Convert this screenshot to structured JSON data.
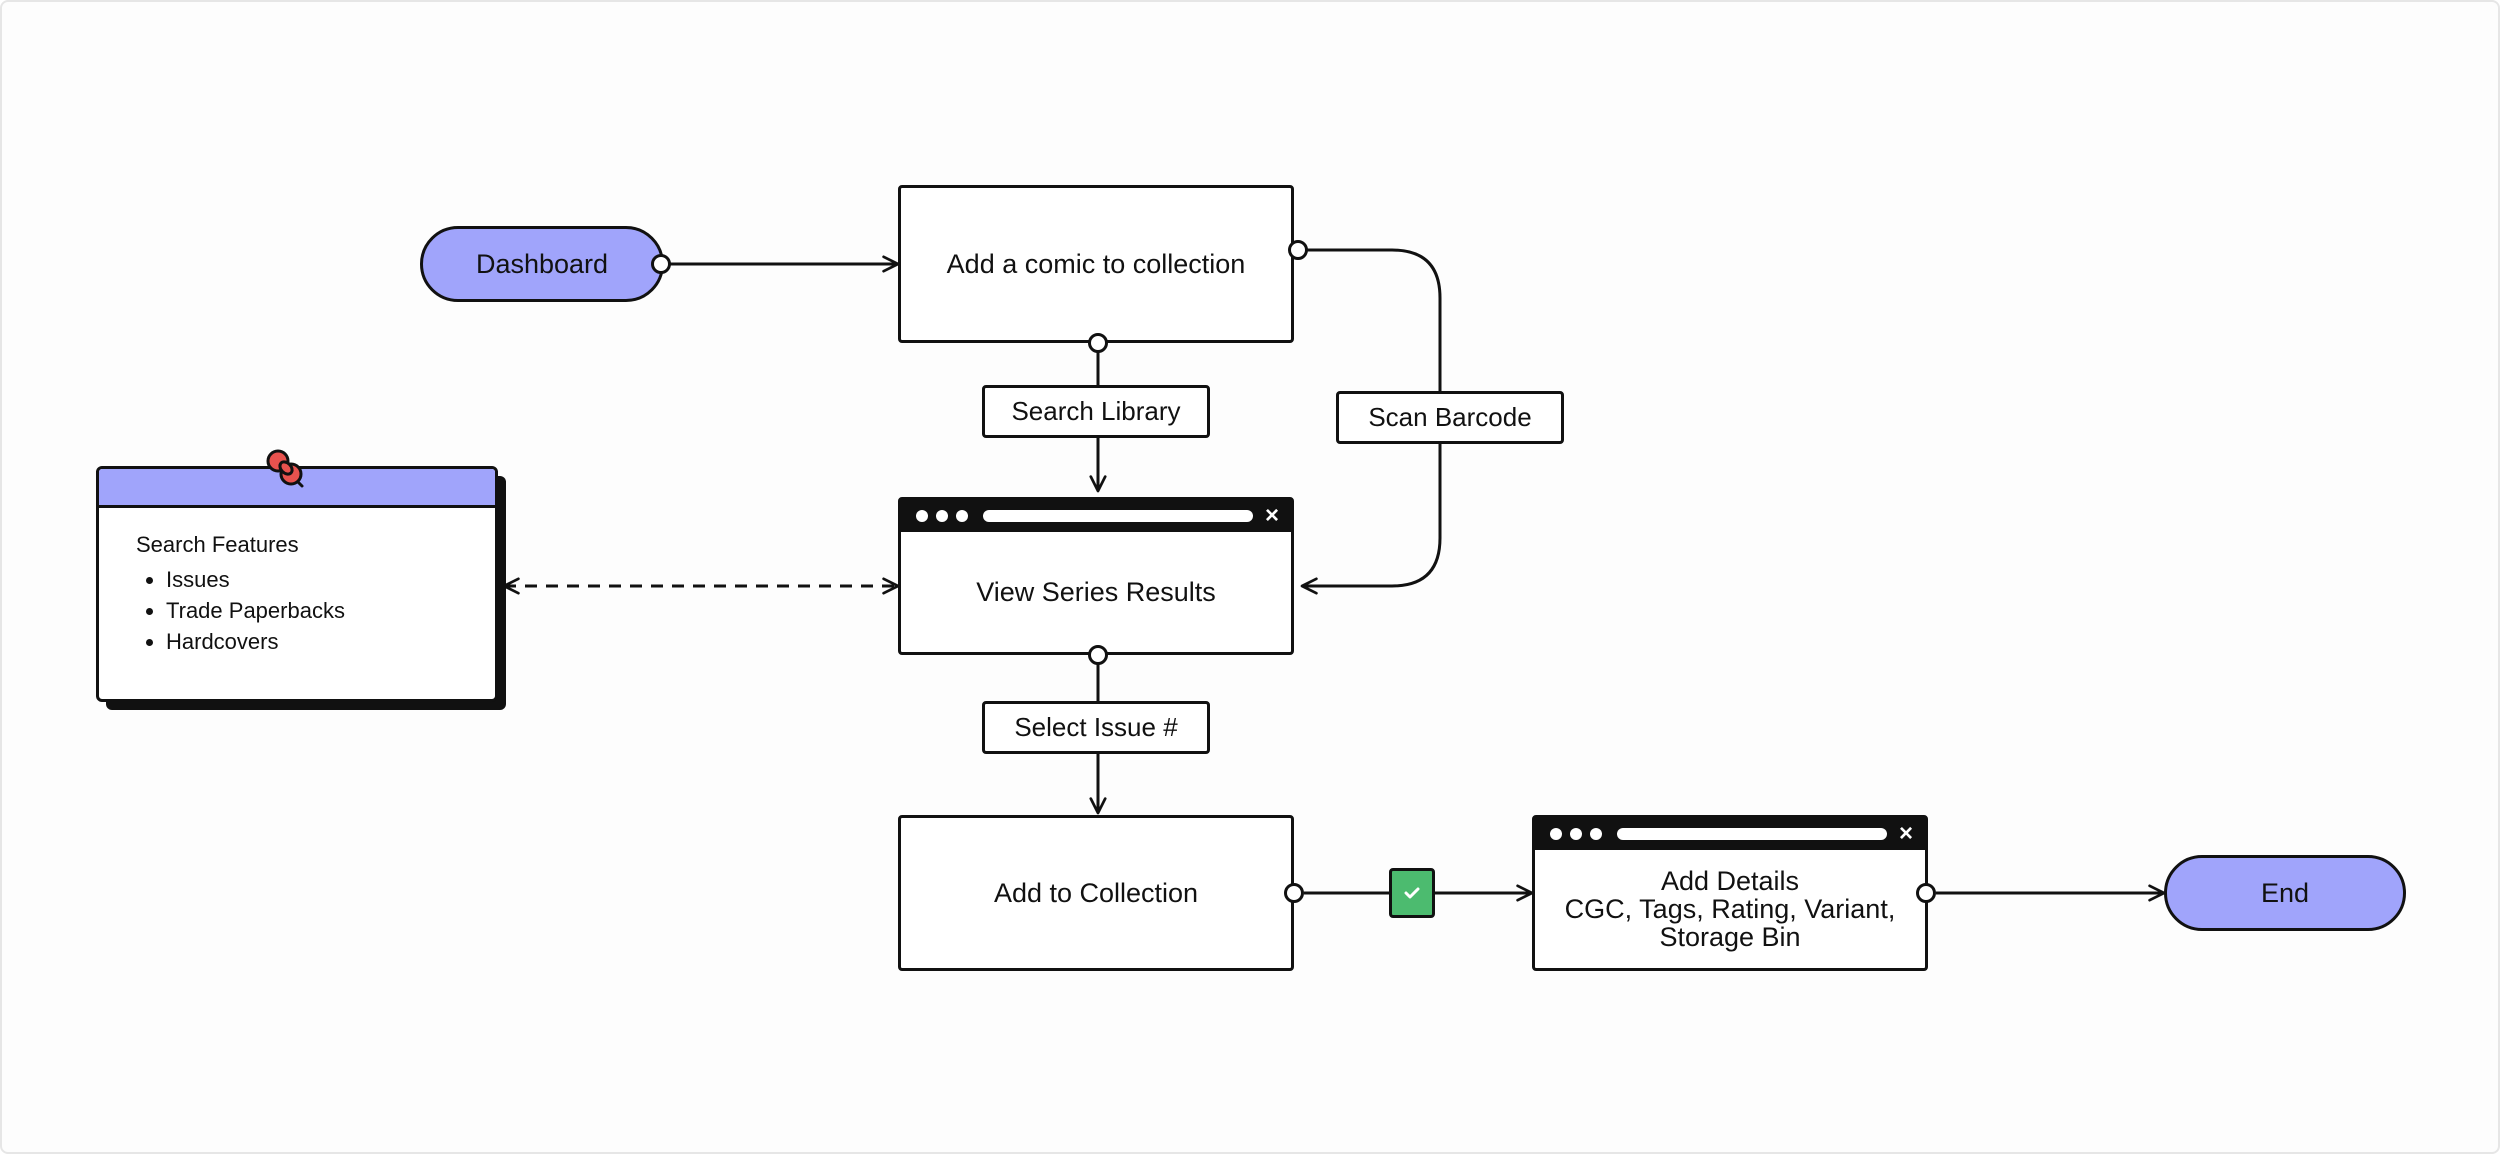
{
  "nodes": {
    "dashboard": "Dashboard",
    "add_comic": "Add a comic to collection",
    "view_series": "View Series Results",
    "add_to_collection": "Add to Collection",
    "add_details": "Add Details\nCGC, Tags, Rating, Variant,\nStorage Bin",
    "end": "End"
  },
  "edge_labels": {
    "search_library": "Search Library",
    "scan_barcode": "Scan Barcode",
    "select_issue": "Select Issue #"
  },
  "note": {
    "title": "Search Features",
    "items": [
      "Issues",
      "Trade Paperbacks",
      "Hardcovers"
    ]
  },
  "colors": {
    "accent": "#a0a4fb",
    "success": "#4cbb6f",
    "pin": "#e8524e",
    "stroke": "#111111"
  },
  "icons": {
    "pin": "pushpin-icon",
    "check": "check-icon",
    "close": "close-icon"
  }
}
